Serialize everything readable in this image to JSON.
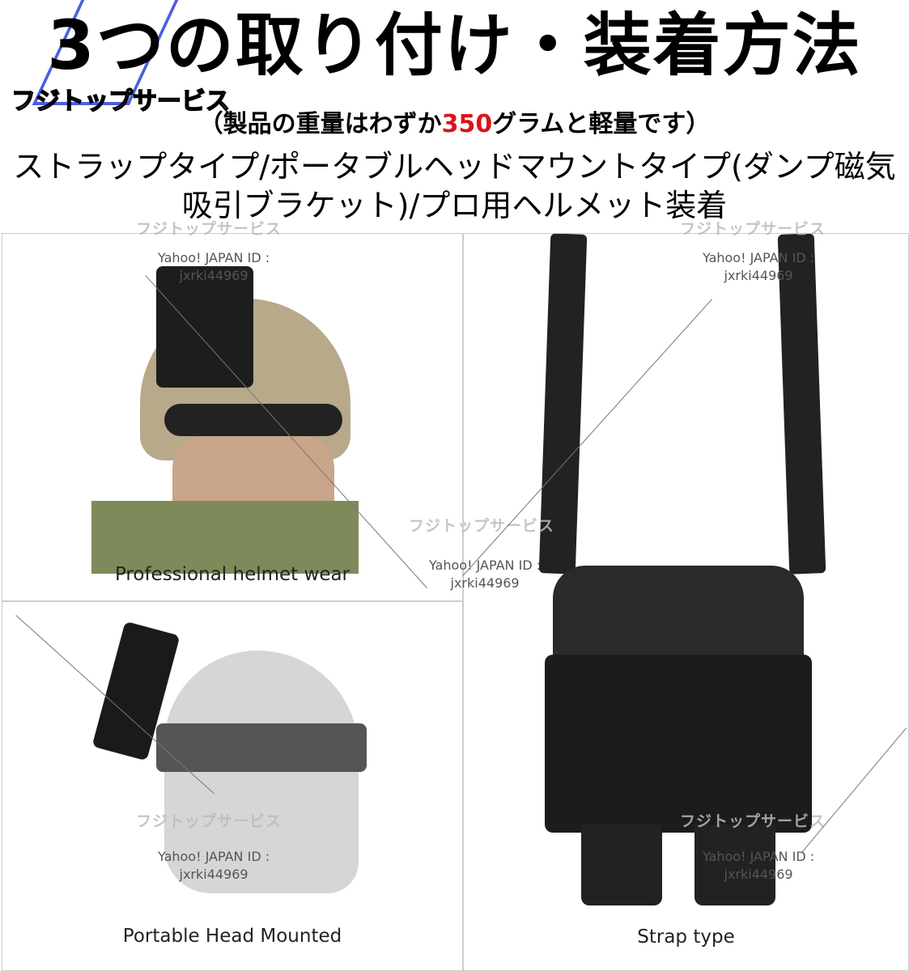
{
  "header": {
    "title": "3つの取り付け・装着方法",
    "brand": "フジトップサービス",
    "subtitle_before": "（製品の重量はわずか",
    "subtitle_highlight": "350",
    "subtitle_after": "グラムと軽量です）",
    "description_line1": "ストラップタイプ/ポータブルヘッドマウントタイプ(ダンプ磁気",
    "description_line2": "吸引ブラケット)/プロ用ヘルメット装着"
  },
  "panels": [
    {
      "caption": "Professional helmet wear"
    },
    {
      "caption": "Portable Head Mounted"
    },
    {
      "caption": "Strap type"
    }
  ],
  "watermark": {
    "brand": "フジトップサービス",
    "id_line1": "Yahoo! JAPAN ID :",
    "id_line2": "jxrki44969"
  },
  "colors": {
    "highlight": "#d9141b",
    "logo": "#4a5ee0"
  }
}
